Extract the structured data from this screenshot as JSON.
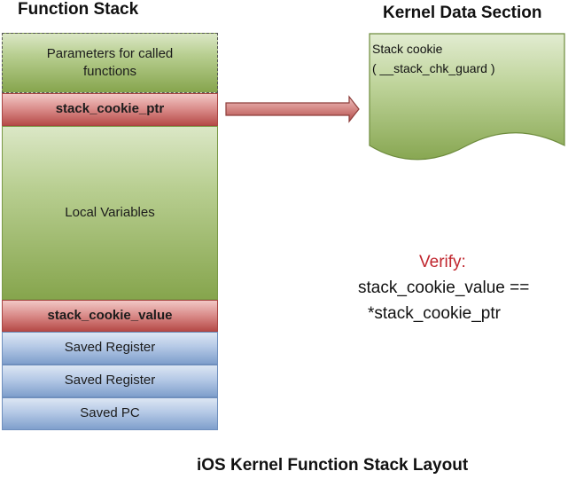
{
  "headings": {
    "function_stack": "Function Stack",
    "kernel_data_section": "Kernel Data Section"
  },
  "stack": {
    "params": "Parameters for called functions",
    "cookie_ptr": "stack_cookie_ptr",
    "locals": "Local Variables",
    "cookie_value": "stack_cookie_value",
    "saved_register_1": "Saved Register",
    "saved_register_2": "Saved Register",
    "saved_pc": "Saved PC"
  },
  "kernel": {
    "line1": "Stack cookie",
    "line2": "( __stack_chk_guard )"
  },
  "verify": {
    "label": "Verify:",
    "line1": "stack_cookie_value ==",
    "line2": "*stack_cookie_ptr"
  },
  "caption": "iOS Kernel Function Stack Layout",
  "colors": {
    "green": "#86a54d",
    "red": "#b64b48",
    "blue": "#7f9fcc",
    "verify_red": "#c0262e"
  }
}
